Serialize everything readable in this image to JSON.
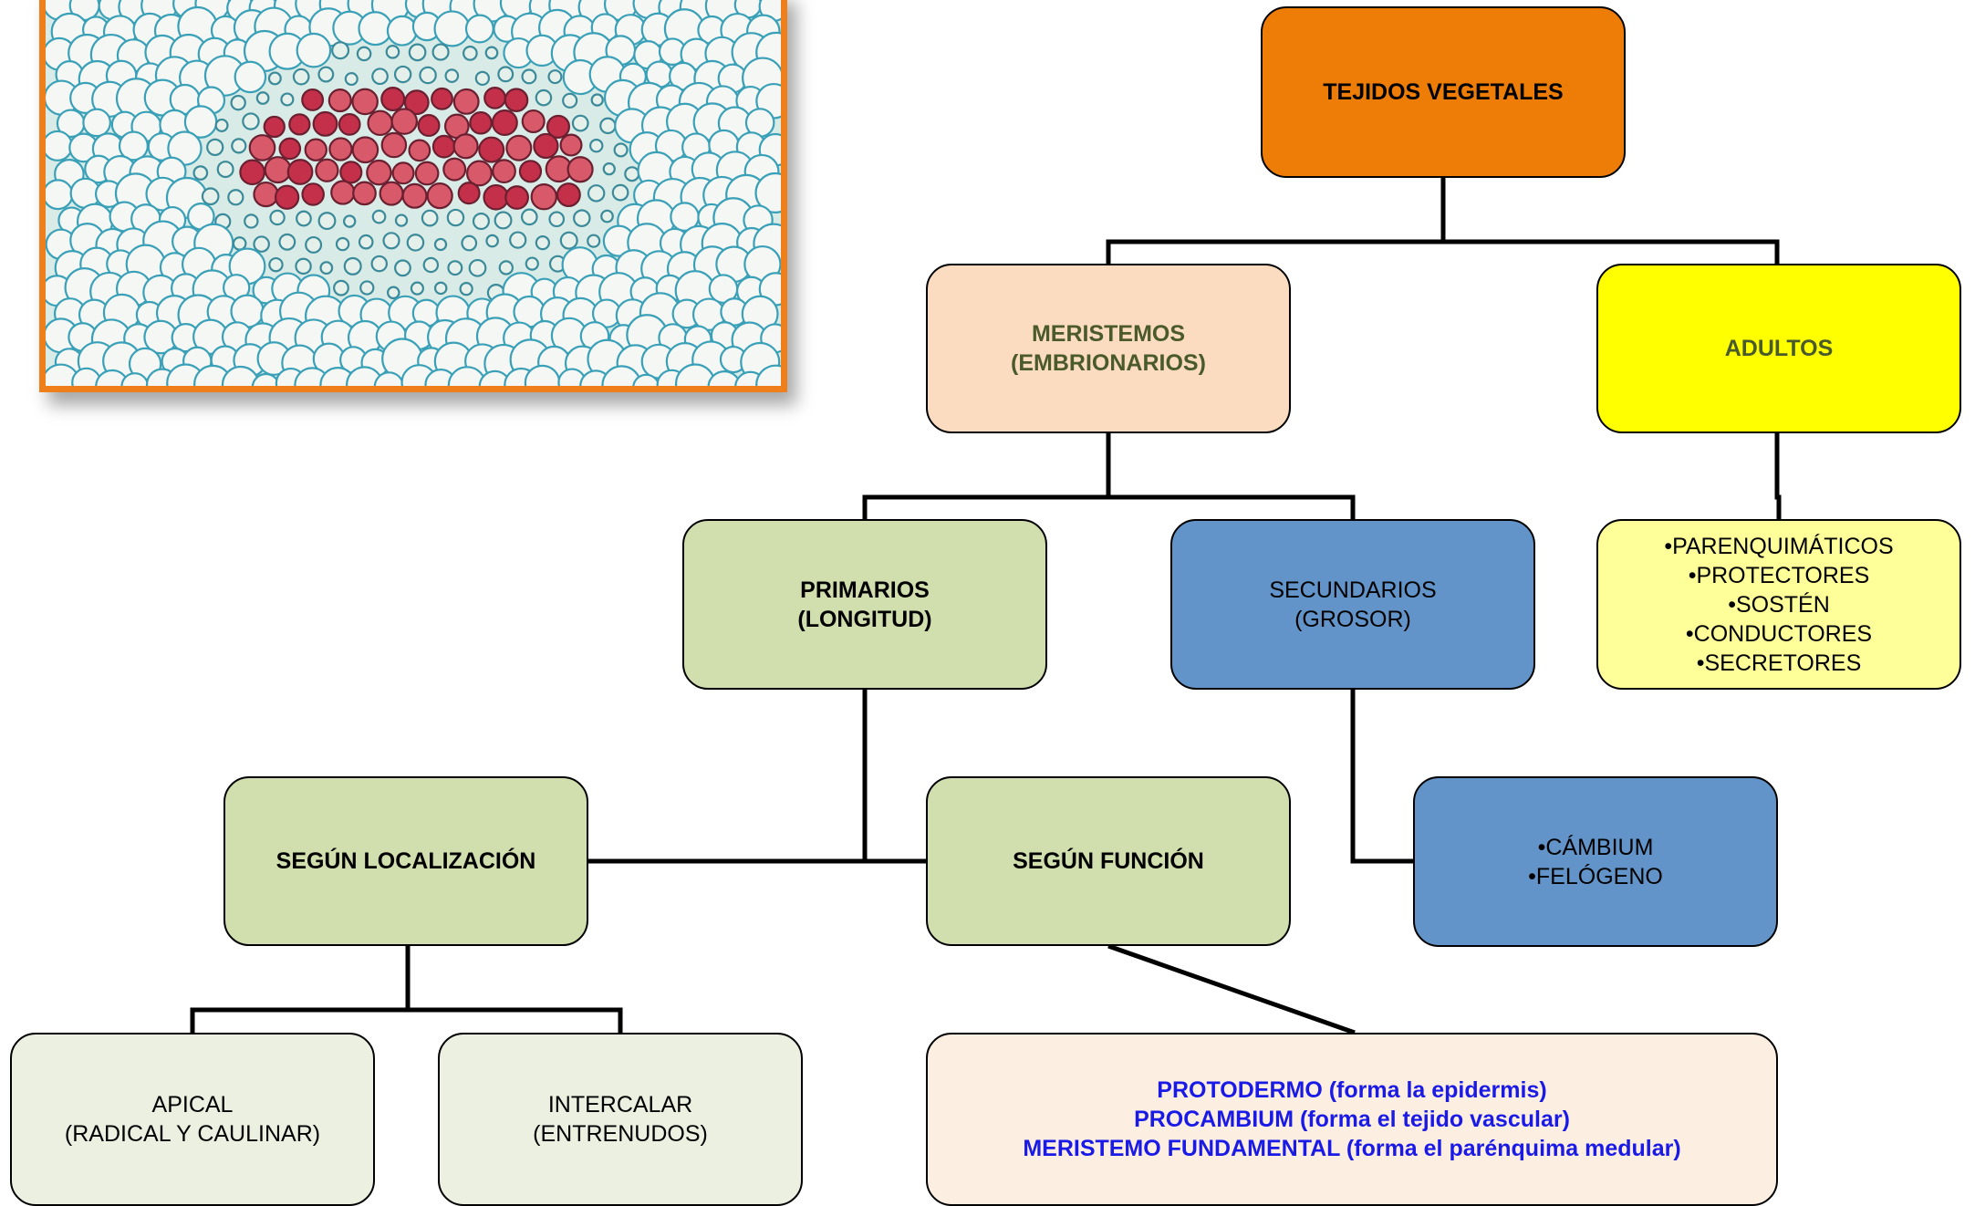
{
  "diagram": {
    "root": {
      "label": "TEJIDOS VEGETALES"
    },
    "meristemos": {
      "lines": [
        "MERISTEMOS",
        "(EMBRIONARIOS)"
      ]
    },
    "adultos": {
      "label": "ADULTOS"
    },
    "adult_types": {
      "lines": [
        "•PARENQUIMÁTICOS",
        "•PROTECTORES",
        "•SOSTÉN",
        "•CONDUCTORES",
        "•SECRETORES"
      ]
    },
    "primarios": {
      "lines": [
        "PRIMARIOS",
        "(LONGITUD)"
      ]
    },
    "secundarios": {
      "lines": [
        "SECUNDARIOS",
        "(GROSOR)"
      ]
    },
    "secondary_types": {
      "lines": [
        "•CÁMBIUM",
        "•FELÓGENO"
      ]
    },
    "localizacion": {
      "label": "SEGÚN LOCALIZACIÓN"
    },
    "funcion": {
      "label": "SEGÚN FUNCIÓN"
    },
    "apical": {
      "lines": [
        "APICAL",
        "(RADICAL Y CAULINAR)"
      ]
    },
    "intercalar": {
      "lines": [
        "INTERCALAR",
        "(ENTRENUDOS)"
      ]
    },
    "function_types": {
      "lines": [
        "PROTODERMO (forma la epidermis)",
        "PROCAMBIUM (forma el tejido vascular)",
        "MERISTEMO FUNDAMENTAL (forma el parénquima medular)"
      ]
    }
  },
  "colors": {
    "orange": "#ed7d06",
    "peach": "#fbdcc0",
    "yellow": "#ffff00",
    "light_yellow": "#ffff9a",
    "green": "#d0dfad",
    "blue": "#6294c9",
    "pale_green": "#ebf0e0",
    "pale_peach": "#fdeee2",
    "dark_olive_text": "#4a5a2a",
    "blue_text": "#1a1ae6",
    "photo_border": "#ee7f1a"
  },
  "photo": {
    "icon": "plant-tissue-micrograph"
  }
}
